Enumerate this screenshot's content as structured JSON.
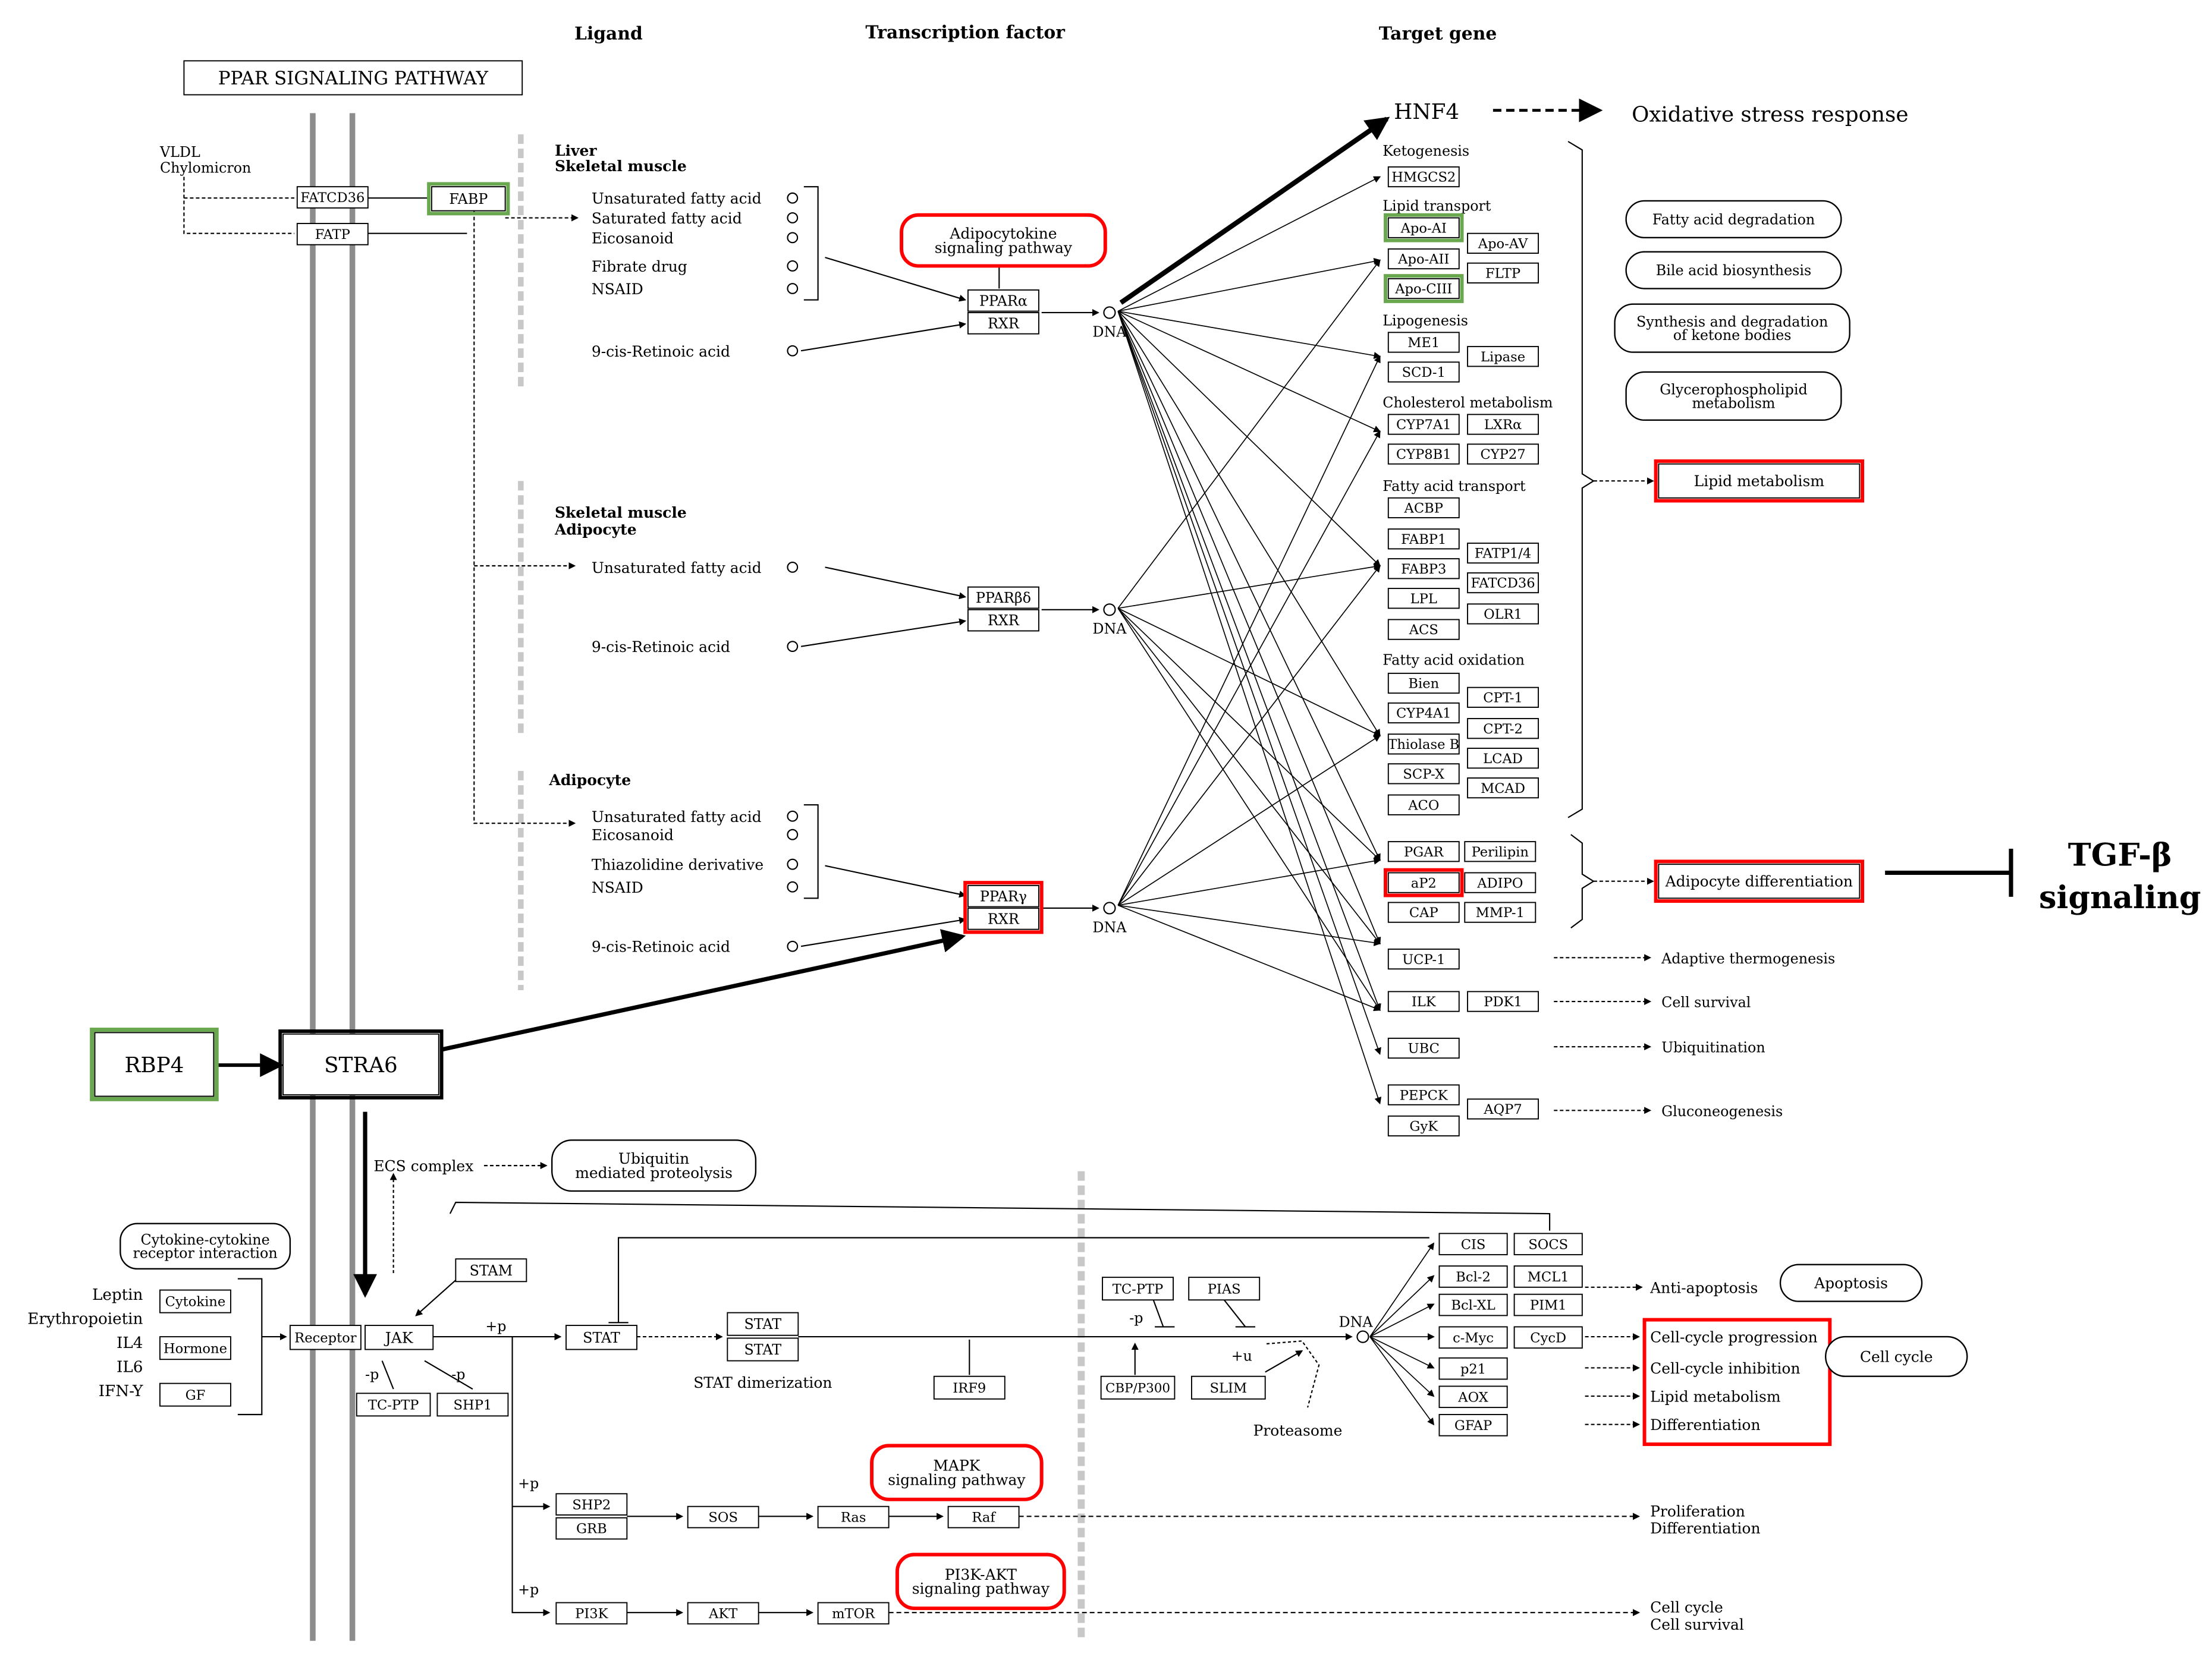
{
  "headers": {
    "ligand": "Ligand",
    "tf": "Transcription factor",
    "target": "Target gene"
  },
  "title": "PPAR SIGNALING PATHWAY",
  "colors": {
    "green": "#6aa84f",
    "red": "#ff0000",
    "line": "#000000",
    "membrane": "#8c8c8c",
    "divider": "#c8c8c8"
  },
  "left_top": {
    "vldl": "VLDL",
    "chylo": "Chylomicron",
    "fatcd36": "FATCD36",
    "fatp": "FATP",
    "fabp": "FABP"
  },
  "sections": [
    {
      "tissue1": "Liver",
      "tissue2": "Skeletal muscle",
      "ligands": [
        "Unsaturated fatty acid",
        "Saturated fatty acid",
        "Eicosanoid",
        "Fibrate drug",
        "NSAID"
      ],
      "retinoic": "9-cis-Retinoic acid",
      "ppar": "PPARα",
      "rxr": "RXR",
      "dna": "DNA"
    },
    {
      "tissue1": "Skeletal muscle",
      "tissue2": "Adipocyte",
      "ligands": [
        "Unsaturated fatty acid"
      ],
      "retinoic": "9-cis-Retinoic acid",
      "ppar": "PPARβδ",
      "rxr": "RXR",
      "dna": "DNA"
    },
    {
      "tissue1": "Adipocyte",
      "tissue2": "",
      "ligands": [
        "Unsaturated fatty acid",
        "Eicosanoid",
        "Thiazolidine derivative",
        "NSAID"
      ],
      "retinoic": "9-cis-Retinoic acid",
      "ppar": "PPARγ",
      "rxr": "RXR",
      "dna": "DNA"
    }
  ],
  "adipocytokine": [
    "Adipocytokine",
    "signaling pathway"
  ],
  "hnf4": "HNF4",
  "oxidative": "Oxidative stress response",
  "groups": {
    "keto": "Ketogenesis",
    "lipid_transport": "Lipid transport",
    "lipogenesis": "Lipogenesis",
    "chol": "Cholesterol metabolism",
    "fa_transport": "Fatty acid transport",
    "fa_ox": "Fatty acid oxidation"
  },
  "genes": {
    "hmgcs2": "HMGCS2",
    "apoa1": "Apo-AI",
    "apoa2": "Apo-AII",
    "apoav": "Apo-AV",
    "fltp": "FLTP",
    "apociii": "Apo-CIII",
    "me1": "ME1",
    "scd1": "SCD-1",
    "lipase": "Lipase",
    "cyp7a1": "CYP7A1",
    "lxra": "LXRα",
    "cyp8b1": "CYP8B1",
    "cyp27": "CYP27",
    "acbp": "ACBP",
    "fabp1": "FABP1",
    "fabp3": "FABP3",
    "lpl": "LPL",
    "acs": "ACS",
    "fatp14": "FATP1/4",
    "fatcd36": "FATCD36",
    "olr1": "OLR1",
    "bien": "Bien",
    "cyp4a1": "CYP4A1",
    "thiolase": "Thiolase B",
    "scpx": "SCP-X",
    "aco": "ACO",
    "cpt1": "CPT-1",
    "cpt2": "CPT-2",
    "lcad": "LCAD",
    "mcad": "MCAD",
    "pgar": "PGAR",
    "perilipin": "Perilipin",
    "ap2": "aP2",
    "adipo": "ADIPO",
    "cap": "CAP",
    "mmp1": "MMP-1",
    "ucp1": "UCP-1",
    "ilk": "ILK",
    "pdk1": "PDK1",
    "ubc": "UBC",
    "pepck": "PEPCK",
    "gyk": "GyK",
    "aqp7": "AQP7"
  },
  "processes": [
    "Fatty acid degradation",
    "Bile acid biosynthesis",
    [
      "Synthesis and degradation",
      "of ketone bodies"
    ],
    [
      "Glycerophospholipid",
      "metabolism"
    ]
  ],
  "lipid_metabolism": "Lipid metabolism",
  "adipocyte_diff": "Adipocyte differentiation",
  "tgf": [
    "TGF-β",
    "signaling"
  ],
  "outcomes": {
    "thermo": "Adaptive thermogenesis",
    "survival": "Cell survival",
    "ubiq": "Ubiquitination",
    "gluco": "Gluconeogenesis"
  },
  "rbp4": "RBP4",
  "stra6": "STRA6",
  "bottom": {
    "ecs": "ECS complex",
    "ubiquitin": [
      "Ubiquitin",
      "mediated proteolysis"
    ],
    "cytokine_box": [
      "Cytokine-cytokine",
      "receptor interaction"
    ],
    "ligands": [
      "Leptin",
      "Erythropoietin",
      "IL4",
      "IL6",
      "IFN-Y"
    ],
    "lig_boxes": [
      "Cytokine",
      "Hormone",
      "GF"
    ],
    "receptor": "Receptor",
    "jak": "JAK",
    "stam": "STAM",
    "p": "+p",
    "mp": "-p",
    "tcptp": "TC-PTP",
    "shp1": "SHP1",
    "stat": "STAT",
    "stat_dimer": "STAT dimerization",
    "irf9": "IRF9",
    "tcptp2": "TC-PTP",
    "pias": "PIAS",
    "cbp": "CBP/P300",
    "slim": "SLIM",
    "u": "+u",
    "proteasome": "Proteasome",
    "dna": "DNA",
    "cis": "CIS",
    "socs": "SOCS",
    "bcl2": "Bcl-2",
    "mcl1": "MCL1",
    "bclxl": "Bcl-XL",
    "pim1": "PIM1",
    "cmyc": "c-Myc",
    "cycd": "CycD",
    "p21": "p21",
    "aox": "AOX",
    "gfap": "GFAP",
    "anti_apoptosis": "Anti-apoptosis",
    "apoptosis": "Apoptosis",
    "cellcycle_items": [
      "Cell-cycle progression",
      "Cell-cycle inhibition",
      "Lipid metabolism",
      "Differentiation"
    ],
    "cell_cycle": "Cell cycle",
    "mapk": [
      "MAPK",
      "signaling pathway"
    ],
    "pi3k_path": [
      "PI3K-AKT",
      "signaling pathway"
    ],
    "shp2": "SHP2",
    "grb": "GRB",
    "sos": "SOS",
    "ras": "Ras",
    "raf": "Raf",
    "pi3k": "PI3K",
    "akt": "AKT",
    "mtor": "mTOR",
    "prolif": [
      "Proliferation",
      "Differentiation"
    ],
    "cellcycle_surv": [
      "Cell cycle",
      "Cell survival"
    ]
  }
}
